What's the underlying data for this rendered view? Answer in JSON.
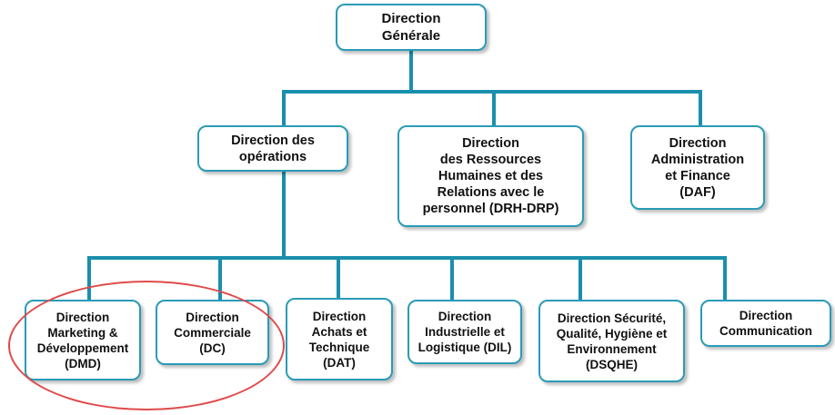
{
  "org_chart": {
    "top": {
      "label": "Direction\nGénérale"
    },
    "level1": [
      {
        "label": "Direction des\nopérations"
      },
      {
        "label": "Direction\ndes Ressources\nHumaines et des\nRelations avec le\npersonnel (DRH-DRP)"
      },
      {
        "label": "Direction\nAdministration\net Finance\n(DAF)"
      }
    ],
    "level2": [
      {
        "label": "Direction\nMarketing &\nDéveloppement\n(DMD)"
      },
      {
        "label": "Direction\nCommerciale\n(DC)"
      },
      {
        "label": "Direction\nAchats et\nTechnique\n(DAT)"
      },
      {
        "label": "Direction\nIndustrielle et\nLogistique (DIL)"
      },
      {
        "label": "Direction Sécurité,\nQualité, Hygiène et\nEnvironnement\n(DSQHE)"
      },
      {
        "label": "Direction\nCommunication"
      }
    ]
  },
  "colors": {
    "connector": "#1a8fad",
    "box_border": "#2a9bb7",
    "highlight": "#e04a4a"
  }
}
